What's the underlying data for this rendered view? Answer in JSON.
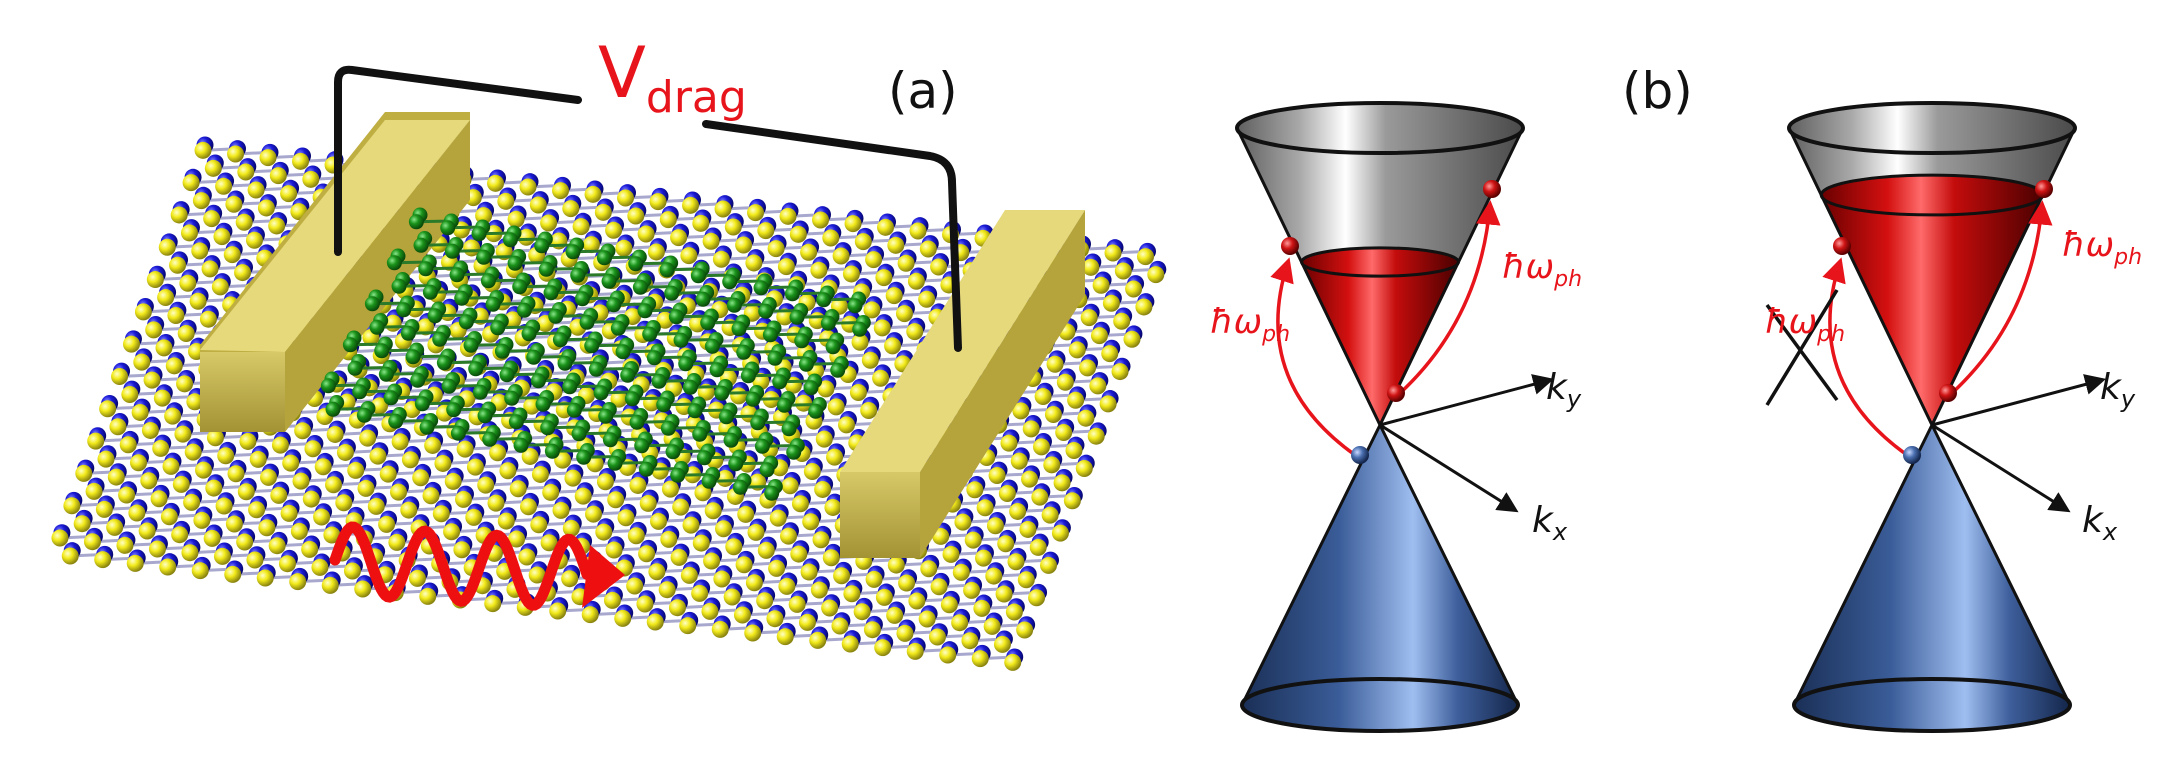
{
  "panel_a": {
    "label": "(a)",
    "voltage": {
      "main": "V",
      "sub": "drag"
    }
  },
  "panel_b": {
    "label": "(b)",
    "cones": [
      {
        "photon_label_left": {
          "main": "ħω",
          "sub": "ph"
        },
        "photon_label_right": {
          "main": "ħω",
          "sub": "ph"
        },
        "axis_ky": {
          "main": "k",
          "sub": "y"
        },
        "axis_kx": {
          "main": "k",
          "sub": "x"
        },
        "left_transition_blocked": false
      },
      {
        "photon_label_left": {
          "main": "ħω",
          "sub": "ph"
        },
        "photon_label_right": {
          "main": "ħω",
          "sub": "ph"
        },
        "axis_ky": {
          "main": "k",
          "sub": "y"
        },
        "axis_kx": {
          "main": "k",
          "sub": "x"
        },
        "left_transition_blocked": true
      }
    ]
  },
  "colors": {
    "accent_red": "#e8141b",
    "conduction_cone_grey": "#8c8c8c",
    "filled_states_red": "#b00d0d",
    "valence_cone_blue": "#2f4f88",
    "lattice_blue_atom": "#1414d2",
    "lattice_yellow_atom": "#f2ea1a",
    "graphene_green_atom": "#1a8c1a",
    "electrode_gold": "#c9b84a"
  }
}
